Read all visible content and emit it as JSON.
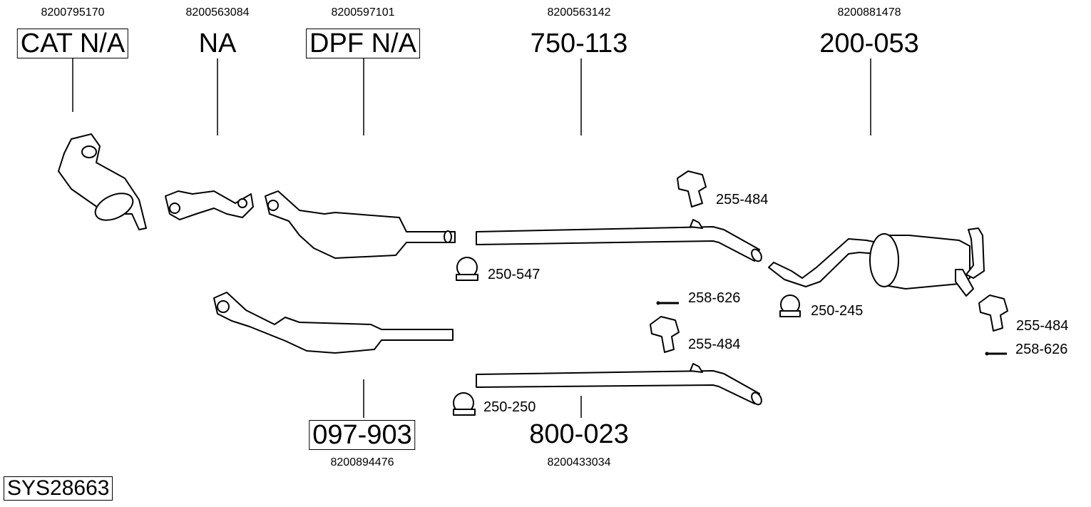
{
  "parts": [
    {
      "oem": "8200795170",
      "code": "CAT N/A",
      "boxed": true
    },
    {
      "oem": "8200563084",
      "code": "NA",
      "boxed": false
    },
    {
      "oem": "8200597101",
      "code": "DPF N/A",
      "boxed": true
    },
    {
      "oem": "8200563142",
      "code": "750-113",
      "boxed": false
    },
    {
      "oem": "8200881478",
      "code": "200-053",
      "boxed": false
    },
    {
      "oem": "8200894476",
      "code": "097-903",
      "boxed": true
    },
    {
      "oem": "8200433034",
      "code": "800-023",
      "boxed": false
    }
  ],
  "accessories": [
    {
      "code": "255-484",
      "type": "hanger"
    },
    {
      "code": "250-547",
      "type": "clamp"
    },
    {
      "code": "258-626",
      "type": "bolt"
    },
    {
      "code": "255-484",
      "type": "hanger"
    },
    {
      "code": "250-245",
      "type": "clamp"
    },
    {
      "code": "255-484",
      "type": "hanger"
    },
    {
      "code": "258-626",
      "type": "bolt"
    },
    {
      "code": "250-250",
      "type": "clamp"
    }
  ],
  "system_id": "SYS28663"
}
